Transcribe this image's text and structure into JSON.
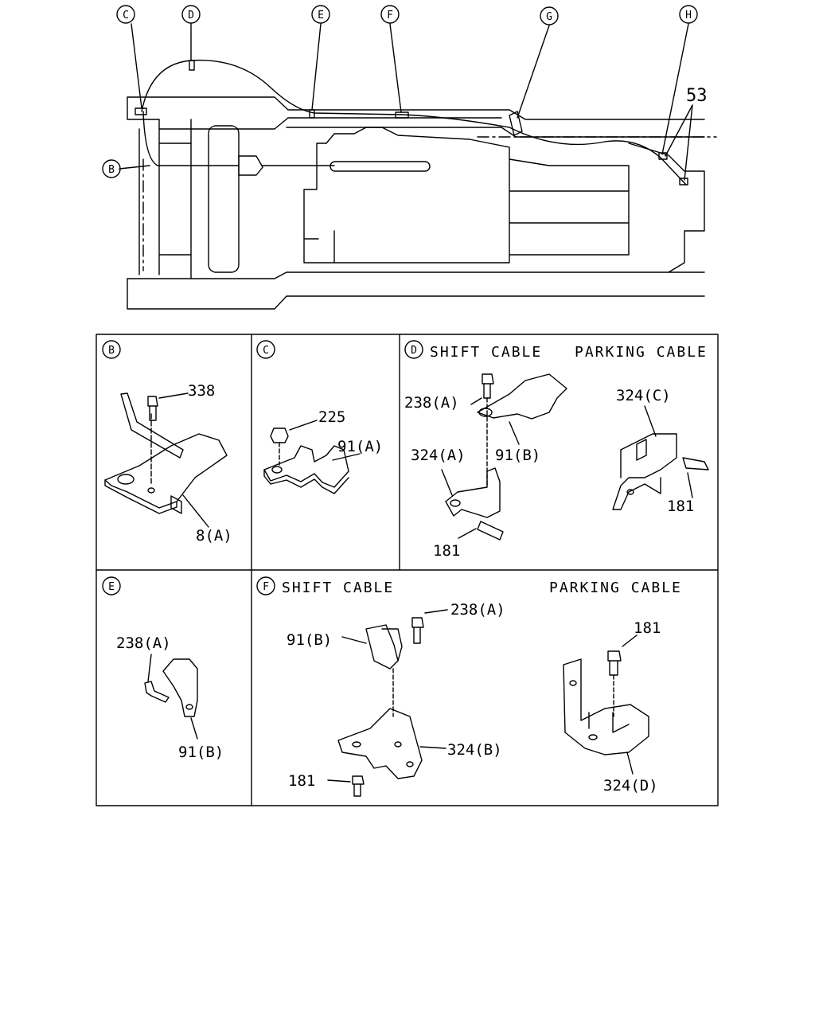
{
  "overview": {
    "callouts": [
      "C",
      "D",
      "E",
      "F",
      "G",
      "H",
      "B"
    ],
    "part_53": "53"
  },
  "panels": {
    "B": {
      "letter": "B",
      "labels": [
        "338",
        "8(A)"
      ]
    },
    "C": {
      "letter": "C",
      "labels": [
        "225",
        "91(A)"
      ]
    },
    "D": {
      "letter": "D",
      "title_left": "SHIFT CABLE",
      "title_right": "PARKING CABLE",
      "labels": [
        "238(A)",
        "91(B)",
        "324(A)",
        "181",
        "324(C)",
        "181"
      ]
    },
    "E": {
      "letter": "E",
      "labels": [
        "238(A)",
        "91(B)"
      ]
    },
    "F": {
      "letter": "F",
      "title_left": "SHIFT CABLE",
      "title_right": "PARKING CABLE",
      "labels": [
        "238(A)",
        "91(B)",
        "324(B)",
        "181",
        "181",
        "324(D)"
      ]
    }
  }
}
